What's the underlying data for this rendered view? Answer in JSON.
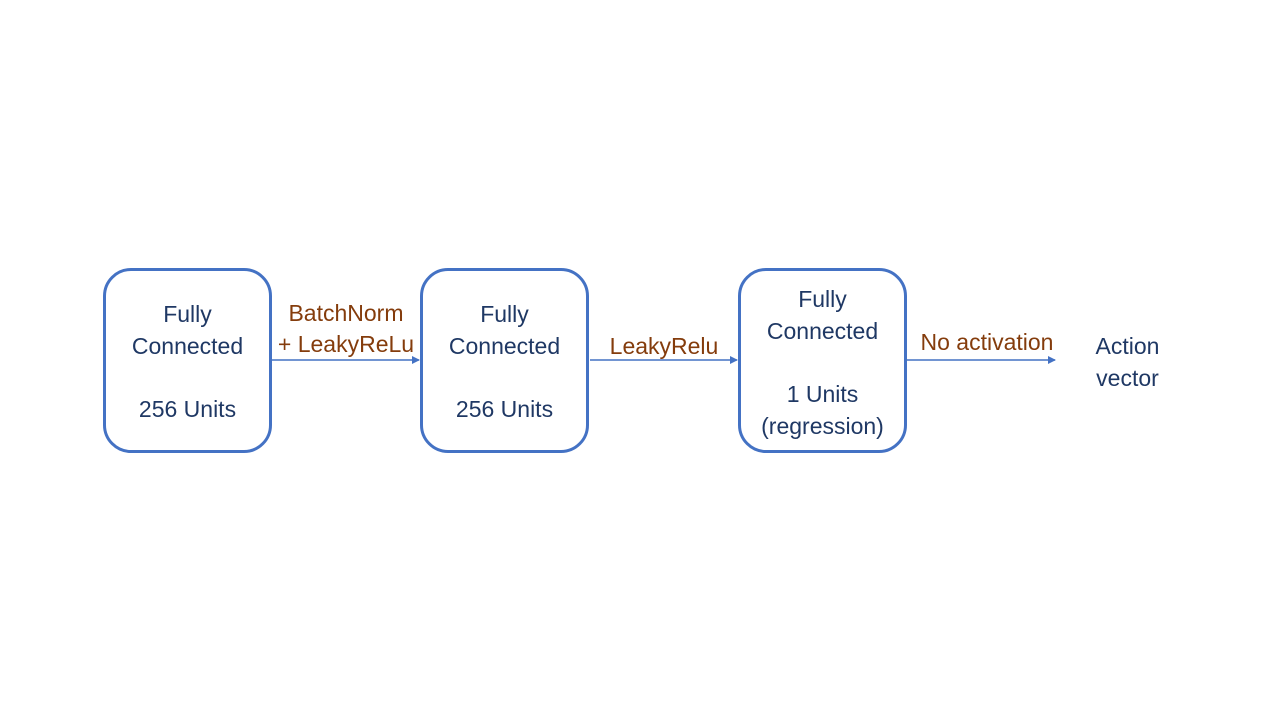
{
  "nodes": [
    {
      "line1": "Fully",
      "line2": "Connected",
      "line3": "256 Units"
    },
    {
      "line1": "Fully",
      "line2": "Connected",
      "line3": "256 Units"
    },
    {
      "line1": "Fully",
      "line2": "Connected",
      "line3": "1 Units",
      "line4": "(regression)"
    }
  ],
  "edges": [
    {
      "line1": "BatchNorm",
      "line2": "+ LeakyReLu"
    },
    {
      "line1": "LeakyRelu"
    },
    {
      "line1": "No activation"
    }
  ],
  "output": {
    "line1": "Action",
    "line2": "vector"
  },
  "colors": {
    "box_border": "#4472C4",
    "arrow": "#4472C4",
    "node_text": "#1F3864",
    "edge_text": "#843C0C"
  }
}
